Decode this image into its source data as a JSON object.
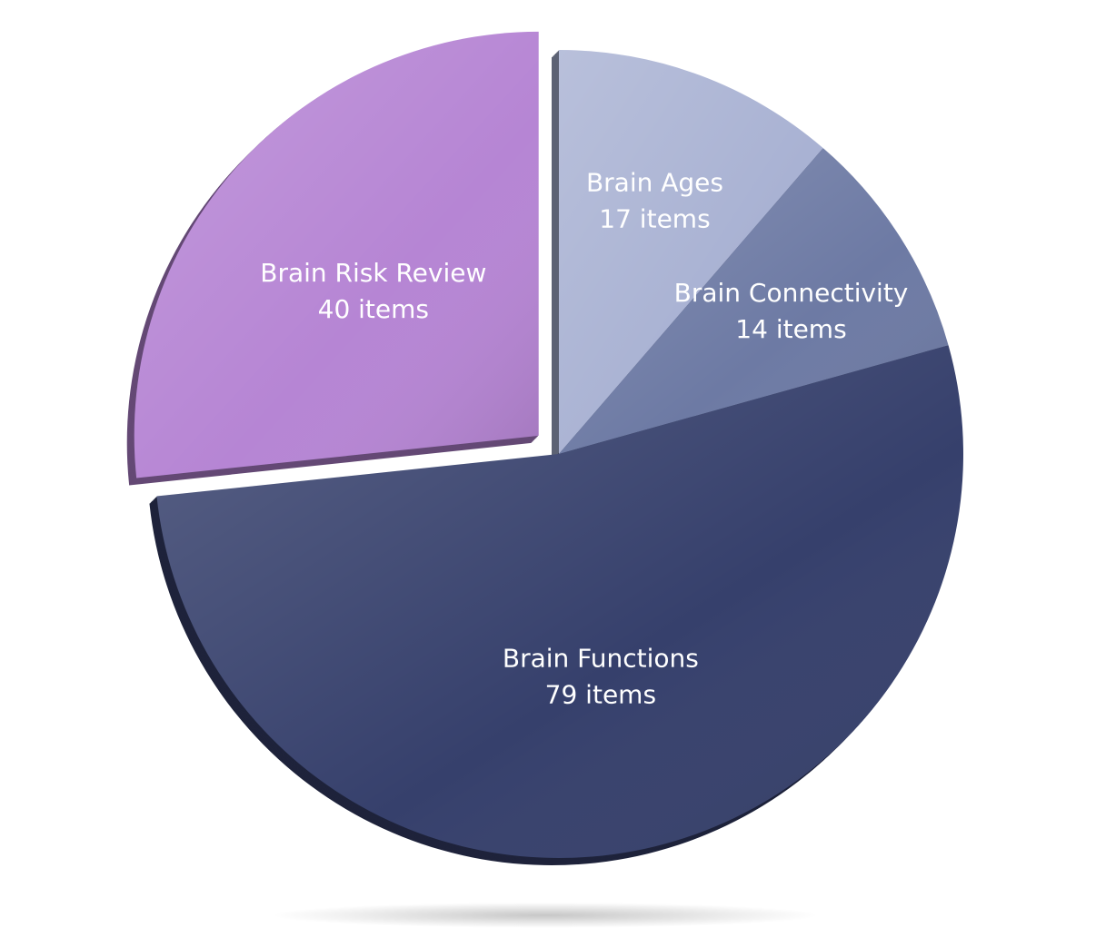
{
  "chart_data": {
    "type": "pie",
    "title": "",
    "unit": "items",
    "categories": [
      "Brain Ages",
      "Brain Connectivity",
      "Brain Functions",
      "Brain Risk Review"
    ],
    "values": [
      17,
      14,
      79,
      40
    ],
    "slices": [
      {
        "name": "Brain Ages",
        "value": 17,
        "label": "17 items",
        "color": "#a9b2d3",
        "exploded": false
      },
      {
        "name": "Brain Connectivity",
        "value": 14,
        "label": "14 items",
        "color": "#6d7aa4",
        "exploded": false
      },
      {
        "name": "Brain Functions",
        "value": 79,
        "label": "79 items",
        "color": "#36406c",
        "exploded": false
      },
      {
        "name": "Brain Risk Review",
        "value": 40,
        "label": "40 items",
        "color": "#b685d4",
        "exploded": true
      }
    ],
    "start_angle_deg": 0,
    "direction": "clockwise",
    "legend": "none",
    "style": "3d-extruded"
  }
}
